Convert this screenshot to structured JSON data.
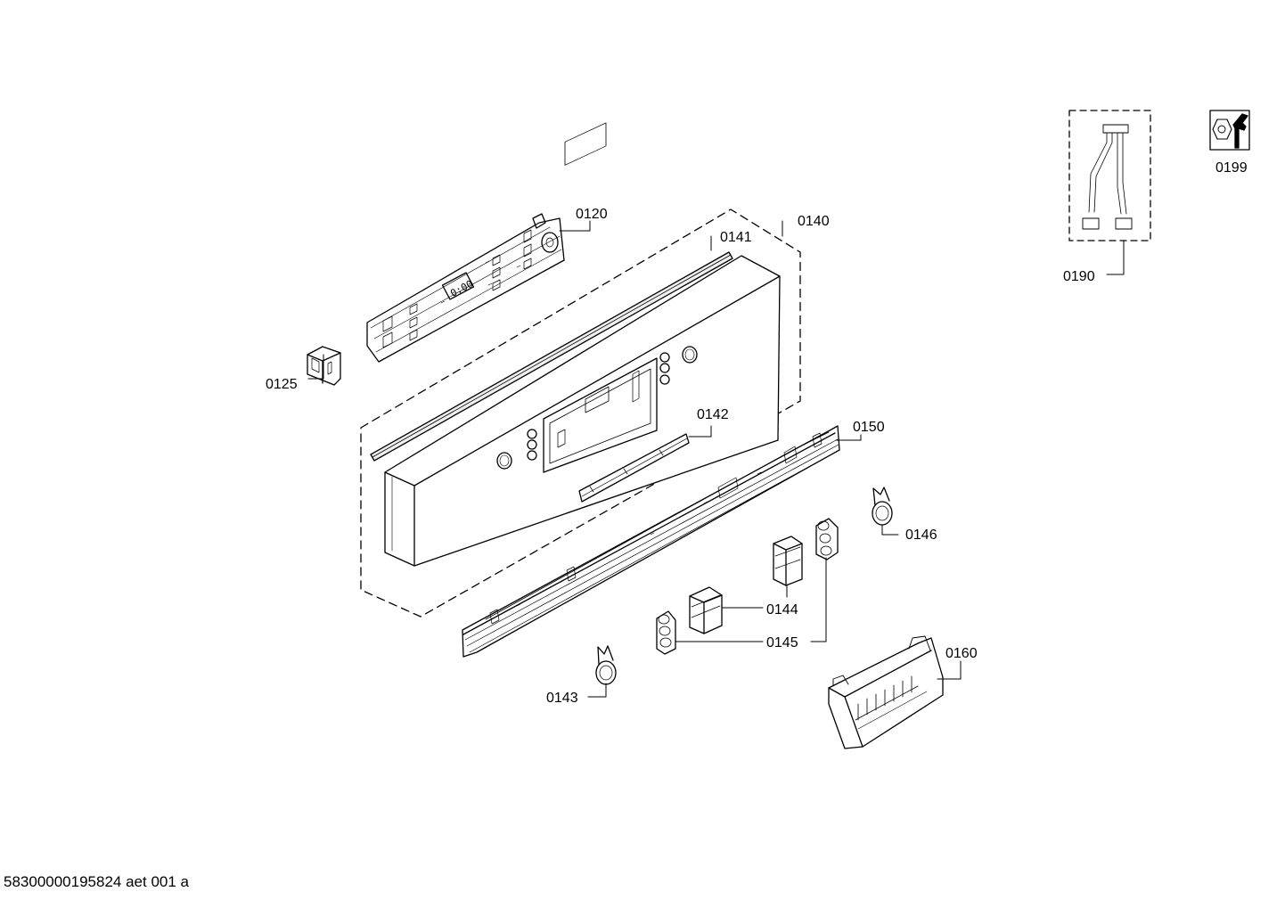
{
  "labels": {
    "p0120": "0120",
    "p0125": "0125",
    "p0140": "0140",
    "p0141": "0141",
    "p0142": "0142",
    "p0143": "0143",
    "p0144": "0144",
    "p0145": "0145",
    "p0146": "0146",
    "p0150": "0150",
    "p0160": "0160",
    "p0190": "0190",
    "p0199": "0199"
  },
  "display_text": "0:00",
  "footer": "58300000195824 aet 001 a"
}
